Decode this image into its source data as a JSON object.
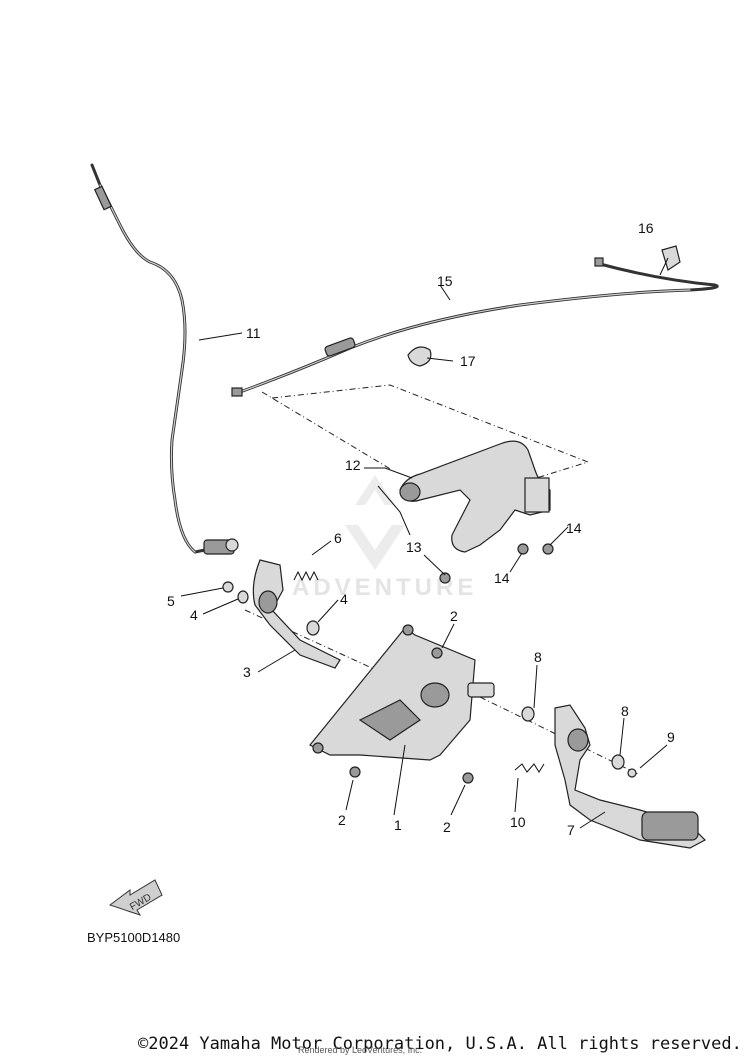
{
  "diagram": {
    "callouts": [
      "1",
      "2",
      "2",
      "2",
      "3",
      "4",
      "4",
      "5",
      "6",
      "7",
      "8",
      "8",
      "9",
      "10",
      "11",
      "12",
      "13",
      "14",
      "14",
      "15",
      "16",
      "17"
    ],
    "fwd_label": "FWD",
    "diagram_code": "BYP5100D1480",
    "watermark": "ADVENTURE",
    "copyright": "©2024 Yamaha Motor Corporation, U.S.A. All rights reserved.",
    "rendered_by": "Rendered by LeoVentures, Inc."
  }
}
